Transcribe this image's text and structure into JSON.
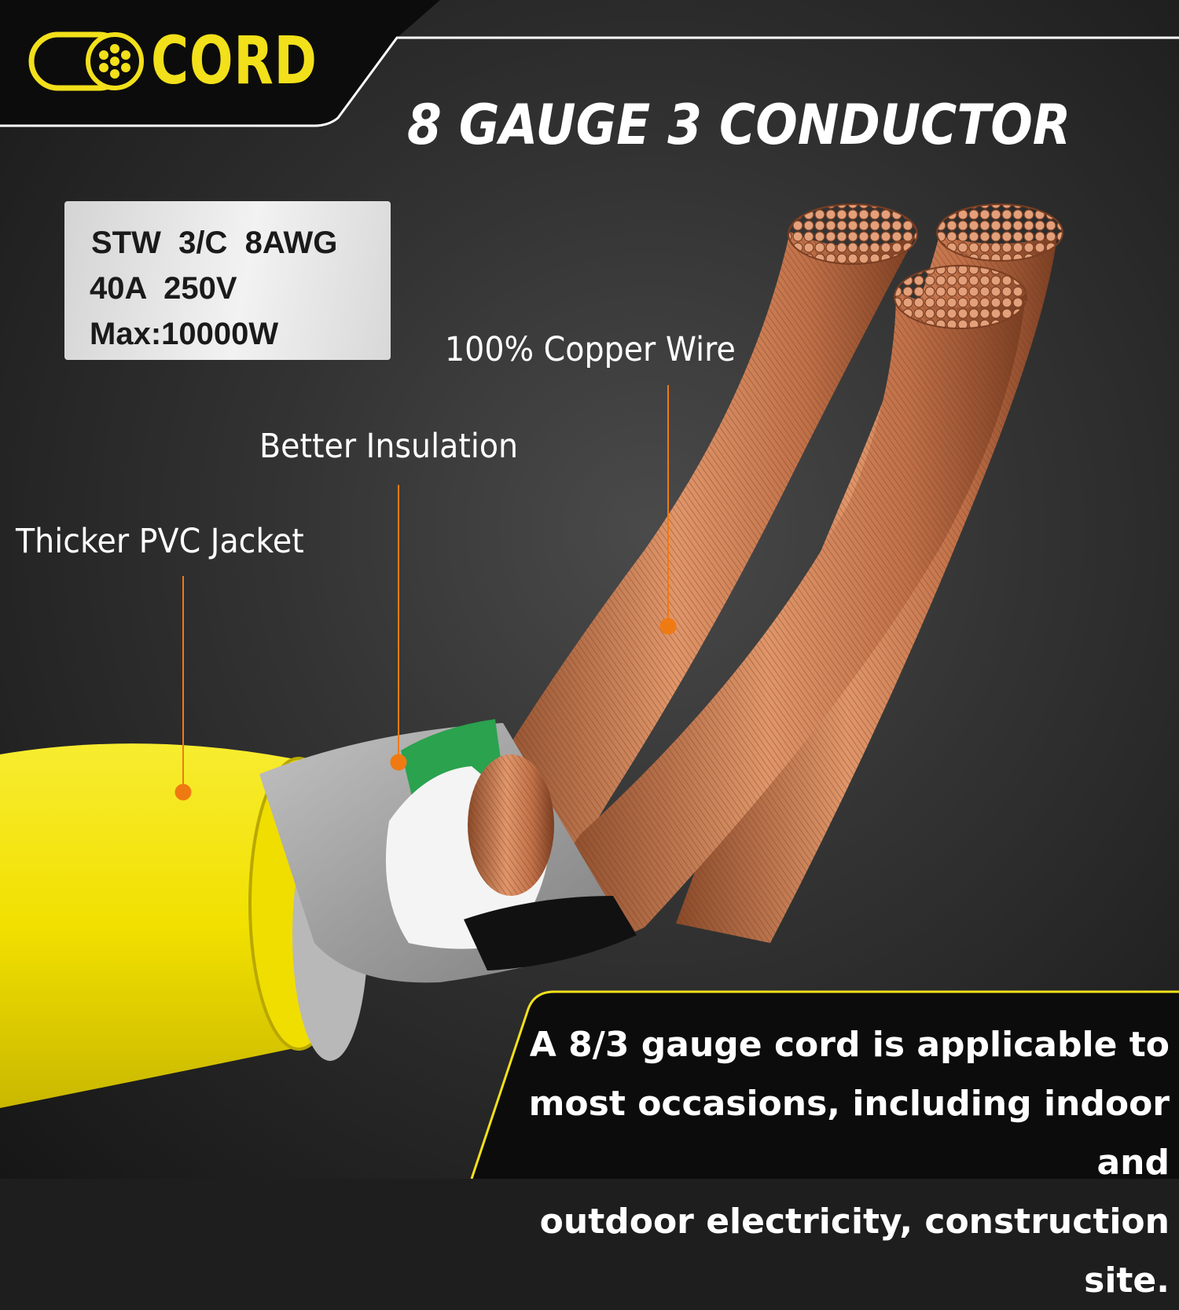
{
  "brand": {
    "name": "CORD",
    "logo_icon": "cable-cross-section-icon",
    "color": "#f2e01a"
  },
  "headline": "8 GAUGE 3 CONDUCTOR",
  "spec_label": {
    "line1": "STW  3/C  8AWG",
    "line2": "40A  250V",
    "line3": "Max:10000W"
  },
  "callouts": {
    "copper_wire": "100% Copper Wire",
    "insulation": "Better Insulation",
    "jacket": "Thicker PVC Jacket",
    "marker_color": "#f07a12"
  },
  "description": {
    "line1": "A 8/3 gauge cord is applicable to",
    "line2": "most occasions, including indoor and",
    "line3": "outdoor electricity, construction site."
  },
  "colors": {
    "jacket": "#f2e200",
    "copper": "#c8744a",
    "insulation": "#9b9b9b"
  }
}
